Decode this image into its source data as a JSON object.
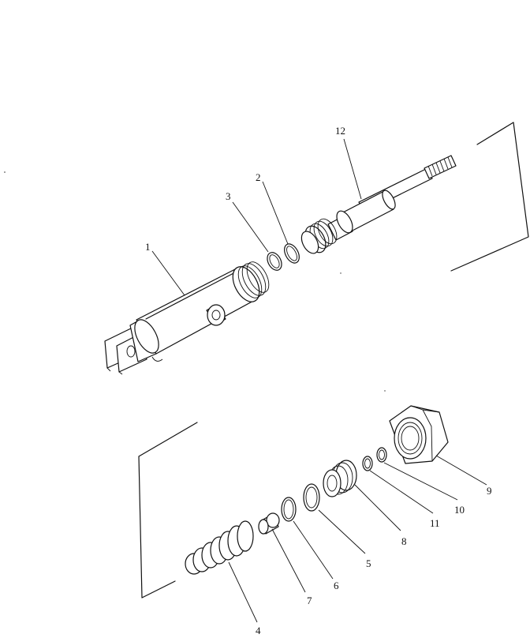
{
  "parts": [
    {
      "id": "p1",
      "number": "1"
    },
    {
      "id": "p2",
      "number": "2"
    },
    {
      "id": "p3",
      "number": "3"
    },
    {
      "id": "p4",
      "number": "4"
    },
    {
      "id": "p5",
      "number": "5"
    },
    {
      "id": "p6",
      "number": "6"
    },
    {
      "id": "p7",
      "number": "7"
    },
    {
      "id": "p8",
      "number": "8"
    },
    {
      "id": "p9",
      "number": "9"
    },
    {
      "id": "p10",
      "number": "10"
    },
    {
      "id": "p11",
      "number": "11"
    },
    {
      "id": "p12",
      "number": "12"
    }
  ]
}
